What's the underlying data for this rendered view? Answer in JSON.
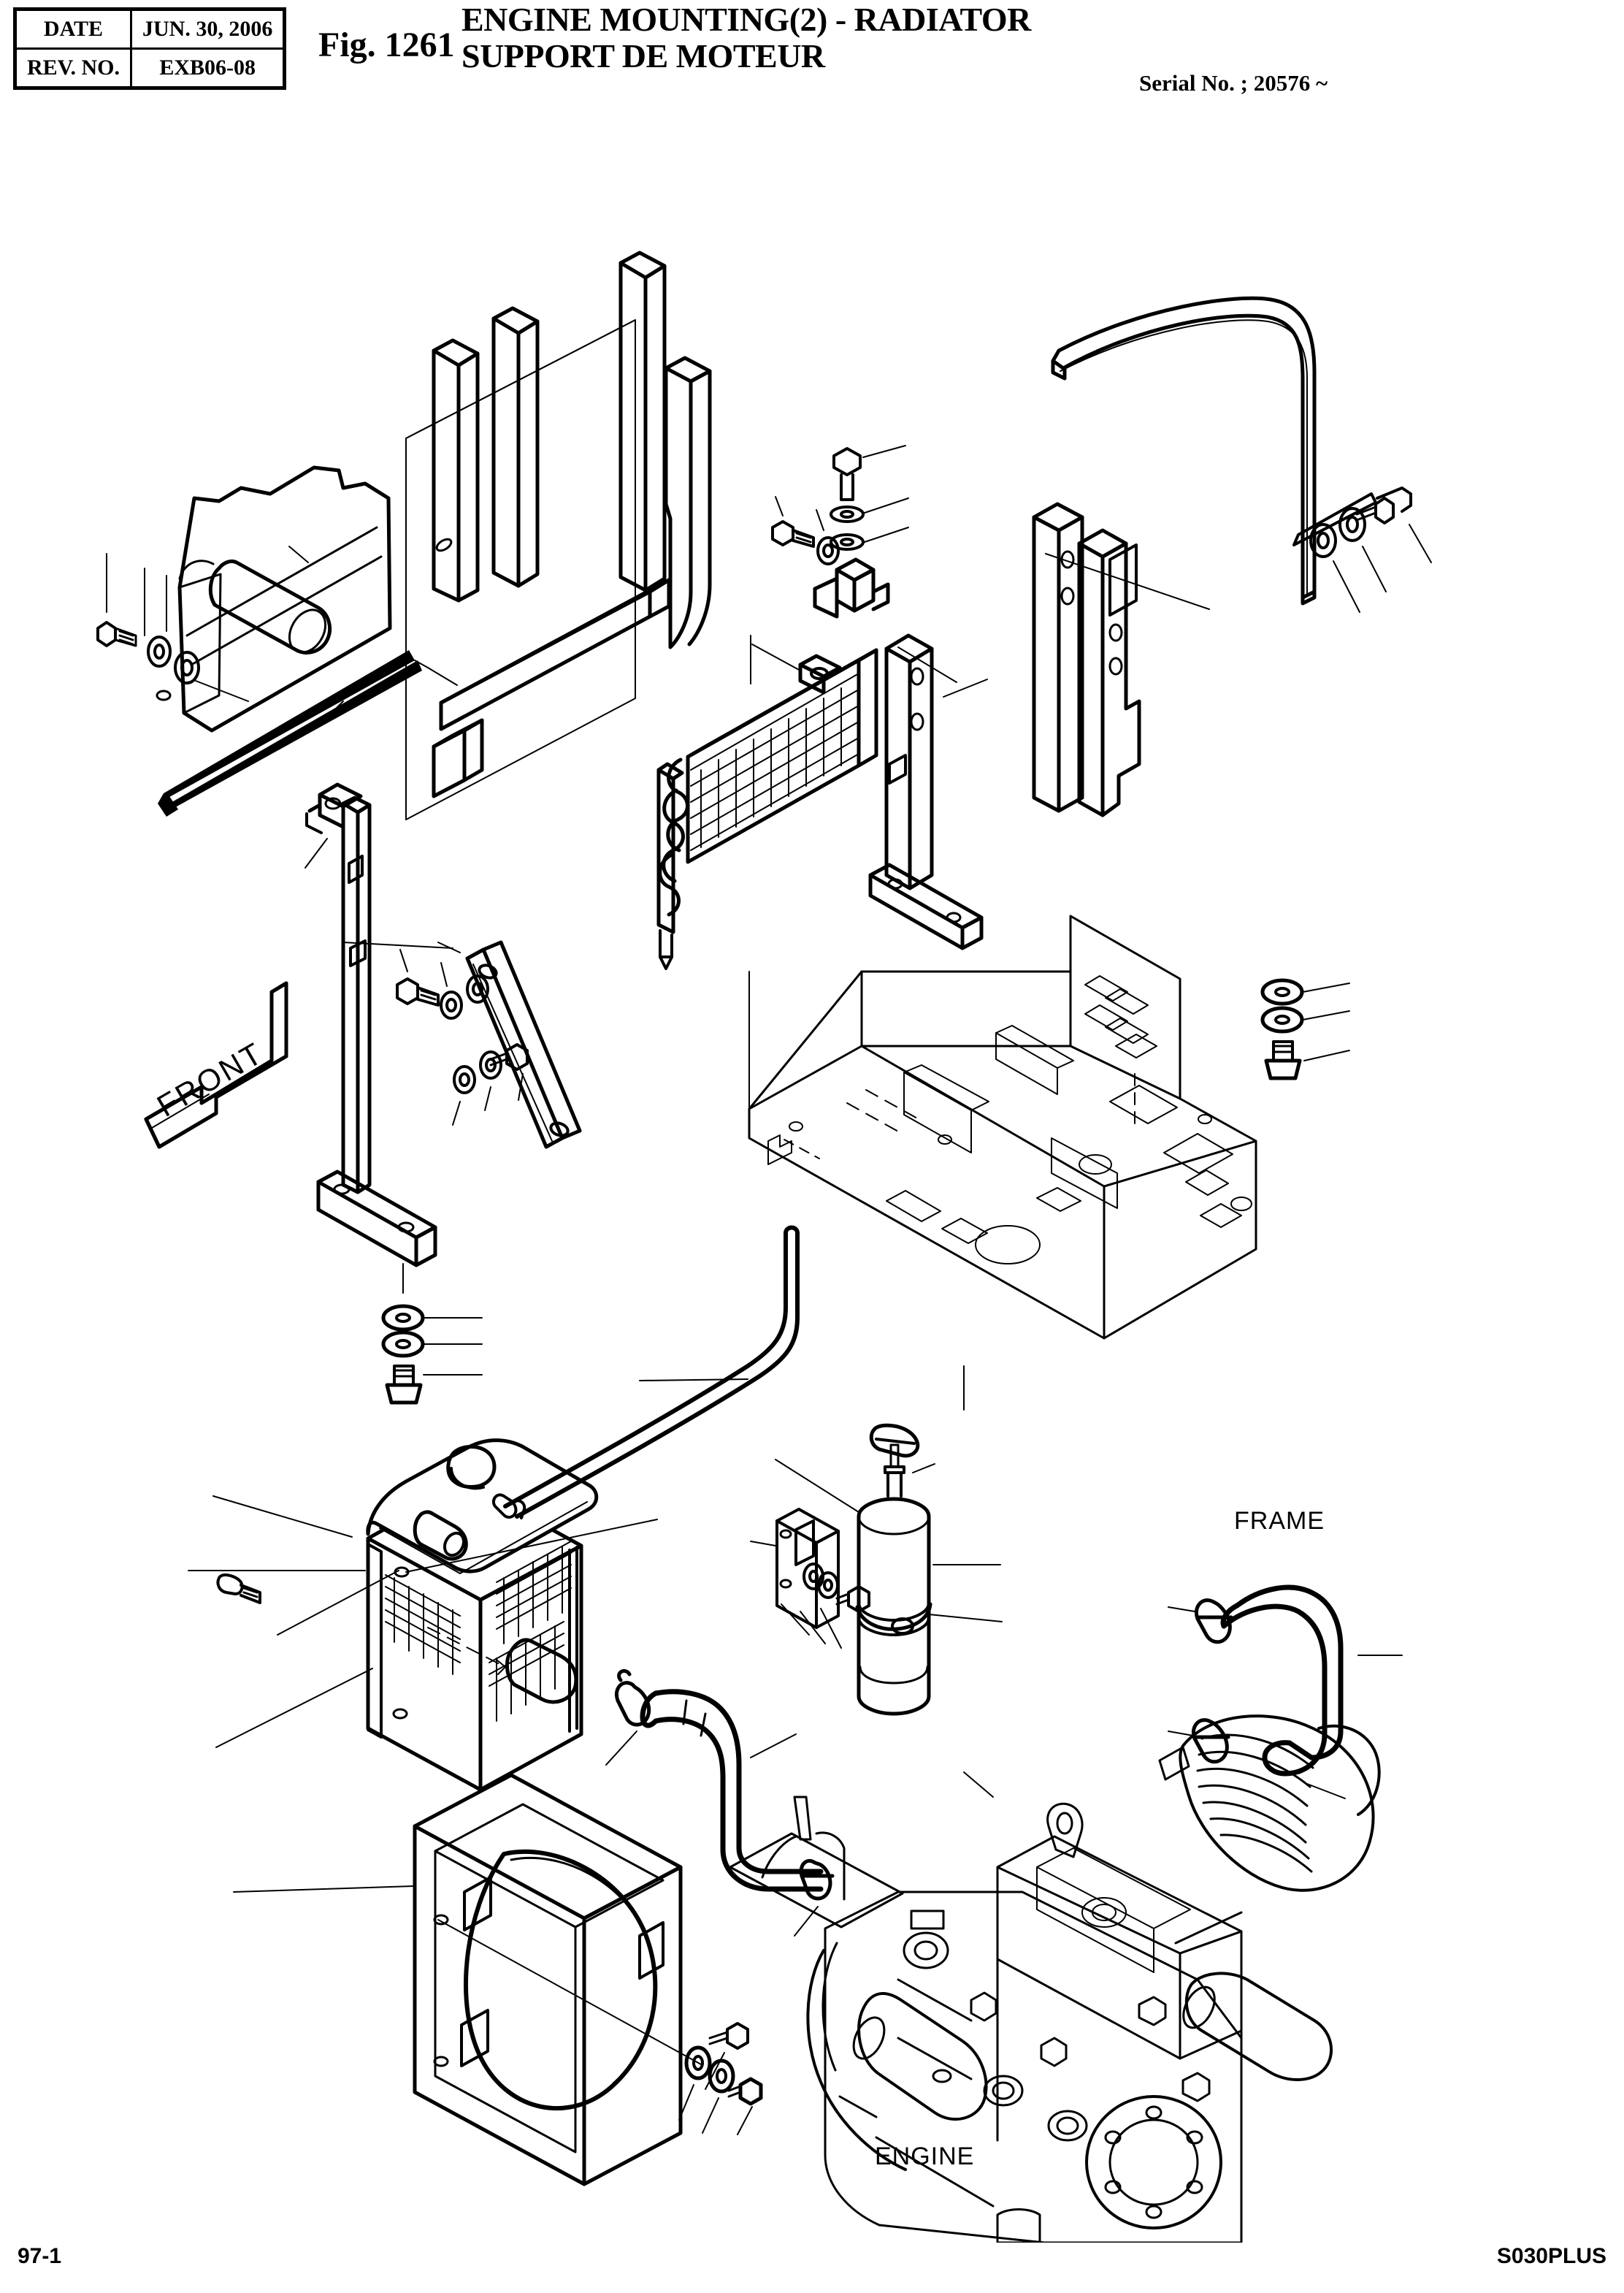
{
  "header": {
    "rev_table": {
      "rows": [
        {
          "key": "DATE",
          "value": "JUN. 30, 2006"
        },
        {
          "key": "REV. NO.",
          "value": "EXB06-08"
        }
      ]
    },
    "figure_no": "Fig. 1261",
    "title_line1": "ENGINE MOUNTING(2) - RADIATOR",
    "title_line2": "SUPPORT DE MOTEUR",
    "serial": "Serial No. ; 20576 ~"
  },
  "drawing": {
    "orientation_marker": "FRONT",
    "callouts": [
      {
        "name": "frame",
        "label": "FRAME"
      },
      {
        "name": "engine",
        "label": "ENGINE"
      }
    ]
  },
  "footer": {
    "page_no": "97-1",
    "model_no": "S030PLUS"
  },
  "colors": {
    "ink": "#000000",
    "paper": "#ffffff"
  }
}
